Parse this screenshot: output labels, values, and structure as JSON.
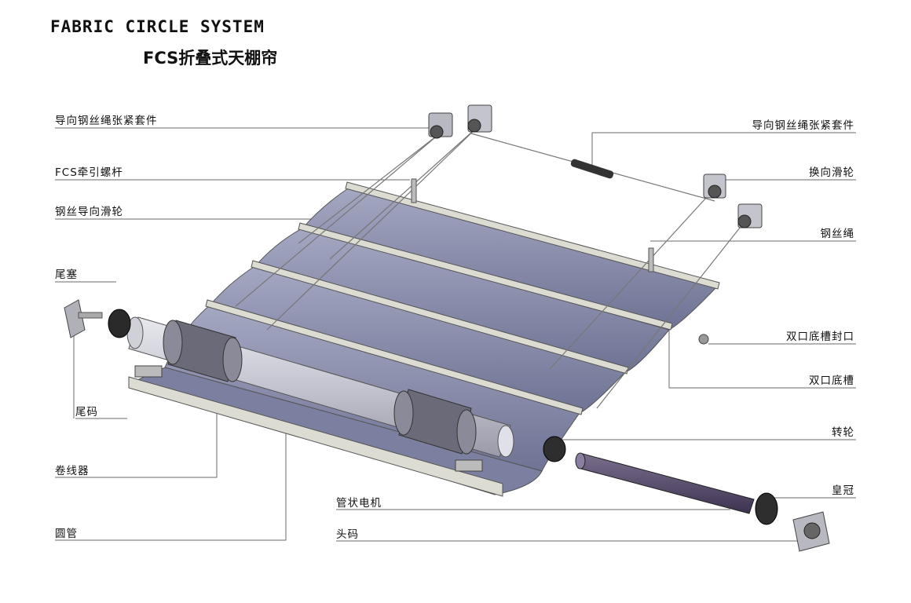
{
  "title_en": "FABRIC CIRCLE SYSTEM",
  "title_cn": "FCS折叠式天棚帘",
  "labels_left": [
    "导向钢丝绳张紧套件",
    "FCS牵引螺杆",
    "钢丝导向滑轮",
    "尾塞",
    "尾码",
    "卷线器",
    "圆管"
  ],
  "labels_right": [
    "导向钢丝绳张紧套件",
    "换向滑轮",
    "钢丝绳",
    "双口底槽封口",
    "双口底槽",
    "转轮",
    "皇冠"
  ],
  "labels_bottom": [
    "管状电机",
    "头码"
  ],
  "colors": {
    "fabric": "#8a8fad",
    "fabric_dark": "#6d7192",
    "rail": "#d9d9cf",
    "motor": "#4a3f5c",
    "line": "#555555"
  }
}
